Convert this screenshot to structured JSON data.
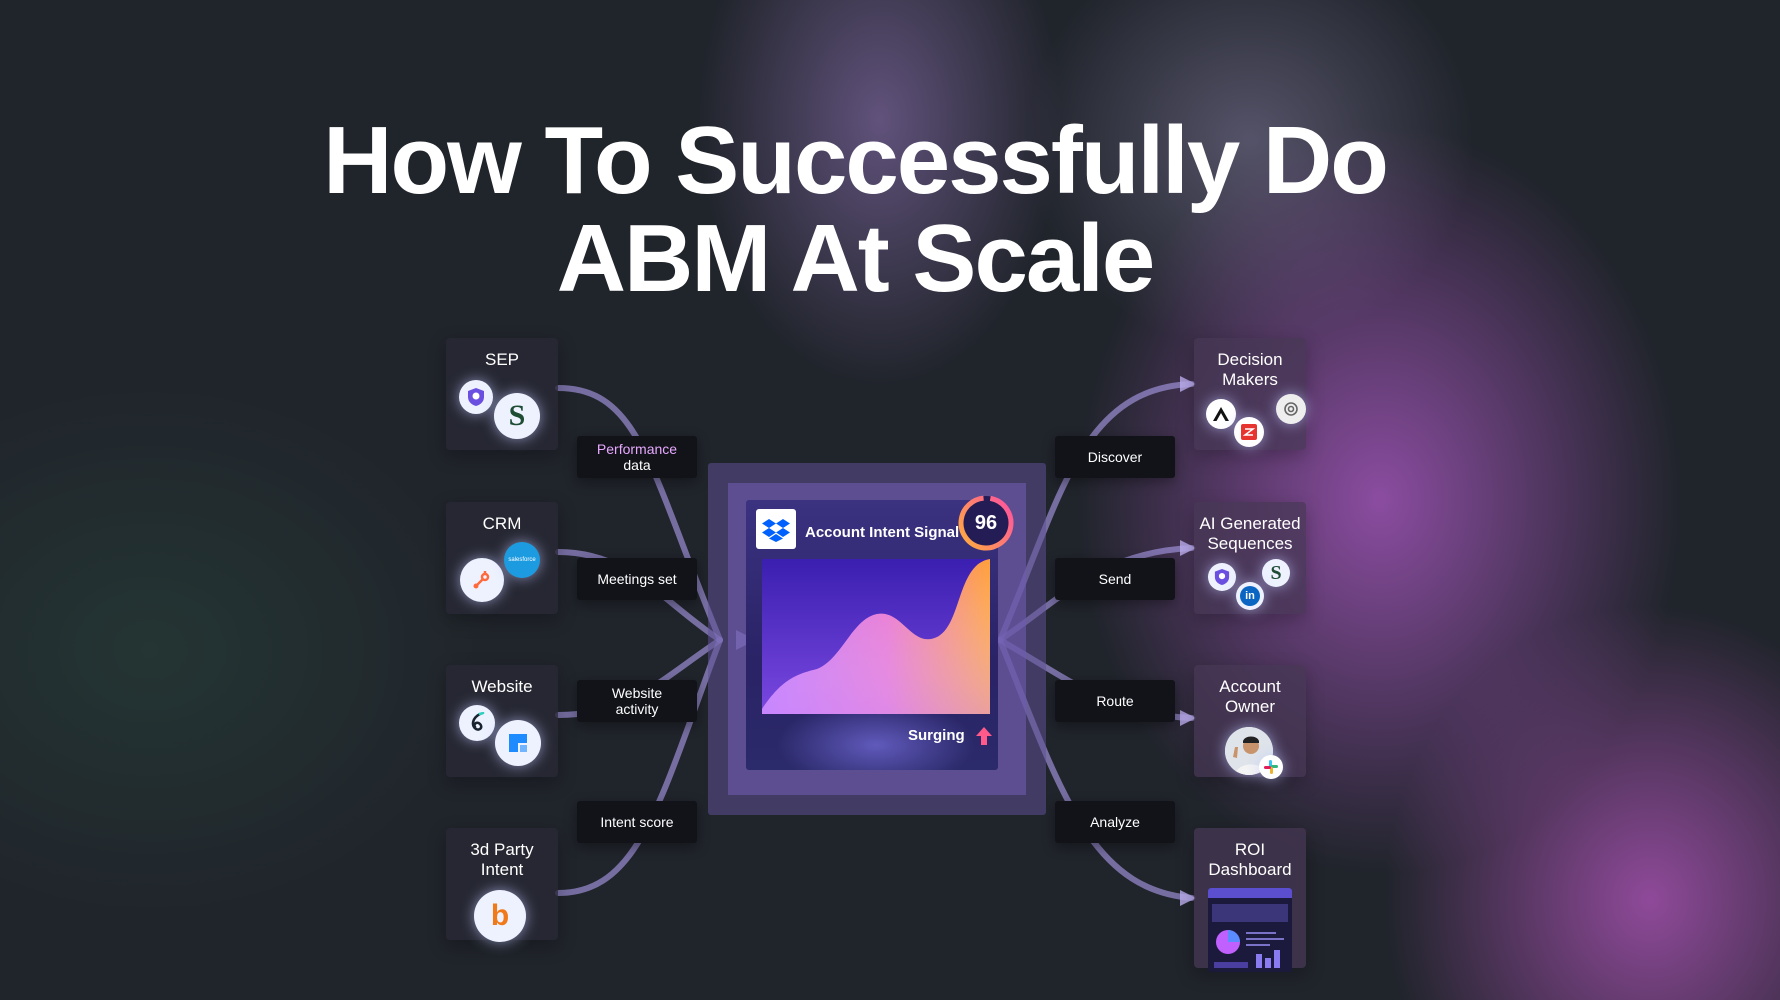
{
  "title": {
    "line1": "How To Successfully Do",
    "line2": "ABM At Scale"
  },
  "sources": [
    {
      "label": "SEP",
      "icons": [
        "shield-logo-icon",
        "s-logo-icon"
      ],
      "badge_text": "S"
    },
    {
      "label": "CRM",
      "icons": [
        "hubspot-icon",
        "salesforce-icon"
      ],
      "badge_text": "salesforce"
    },
    {
      "label": "Website",
      "icons": [
        "swirl-logo-icon",
        "square-logo-icon"
      ]
    },
    {
      "label": "3d Party\nIntent",
      "icons": [
        "bombora-b-icon"
      ],
      "badge_text": "b"
    }
  ],
  "inputs": [
    {
      "text": "Performance data"
    },
    {
      "text": "Meetings set"
    },
    {
      "text": "Website activity"
    },
    {
      "text": "Intent score"
    }
  ],
  "center": {
    "title": "Account Intent Signal",
    "score": "96",
    "status": "Surging",
    "icon": "dropbox-icon"
  },
  "actions": [
    {
      "text": "Discover"
    },
    {
      "text": "Send"
    },
    {
      "text": "Route"
    },
    {
      "text": "Analyze"
    }
  ],
  "destinations": [
    {
      "label": "Decision\nMakers",
      "icons": [
        "anthropic-icon",
        "openai-icon",
        "red-logo-icon"
      ]
    },
    {
      "label": "AI Generated\nSequences",
      "icons": [
        "shield-logo-icon",
        "s-logo-icon",
        "linkedin-icon"
      ],
      "badge_text": "S",
      "badge_text_2": "in"
    },
    {
      "label": "Account\nOwner",
      "icons": [
        "avatar-icon",
        "slack-icon"
      ]
    },
    {
      "label": "ROI\nDashboard",
      "icons": [
        "dashboard-thumbnail-icon"
      ]
    }
  ],
  "colors": {
    "accent_pink": "#e8a8ff",
    "panel_purple": "#3b3280",
    "chart_orange": "#ff9a3c",
    "chart_pink": "#d96cff",
    "pill_bg": "#111319"
  }
}
